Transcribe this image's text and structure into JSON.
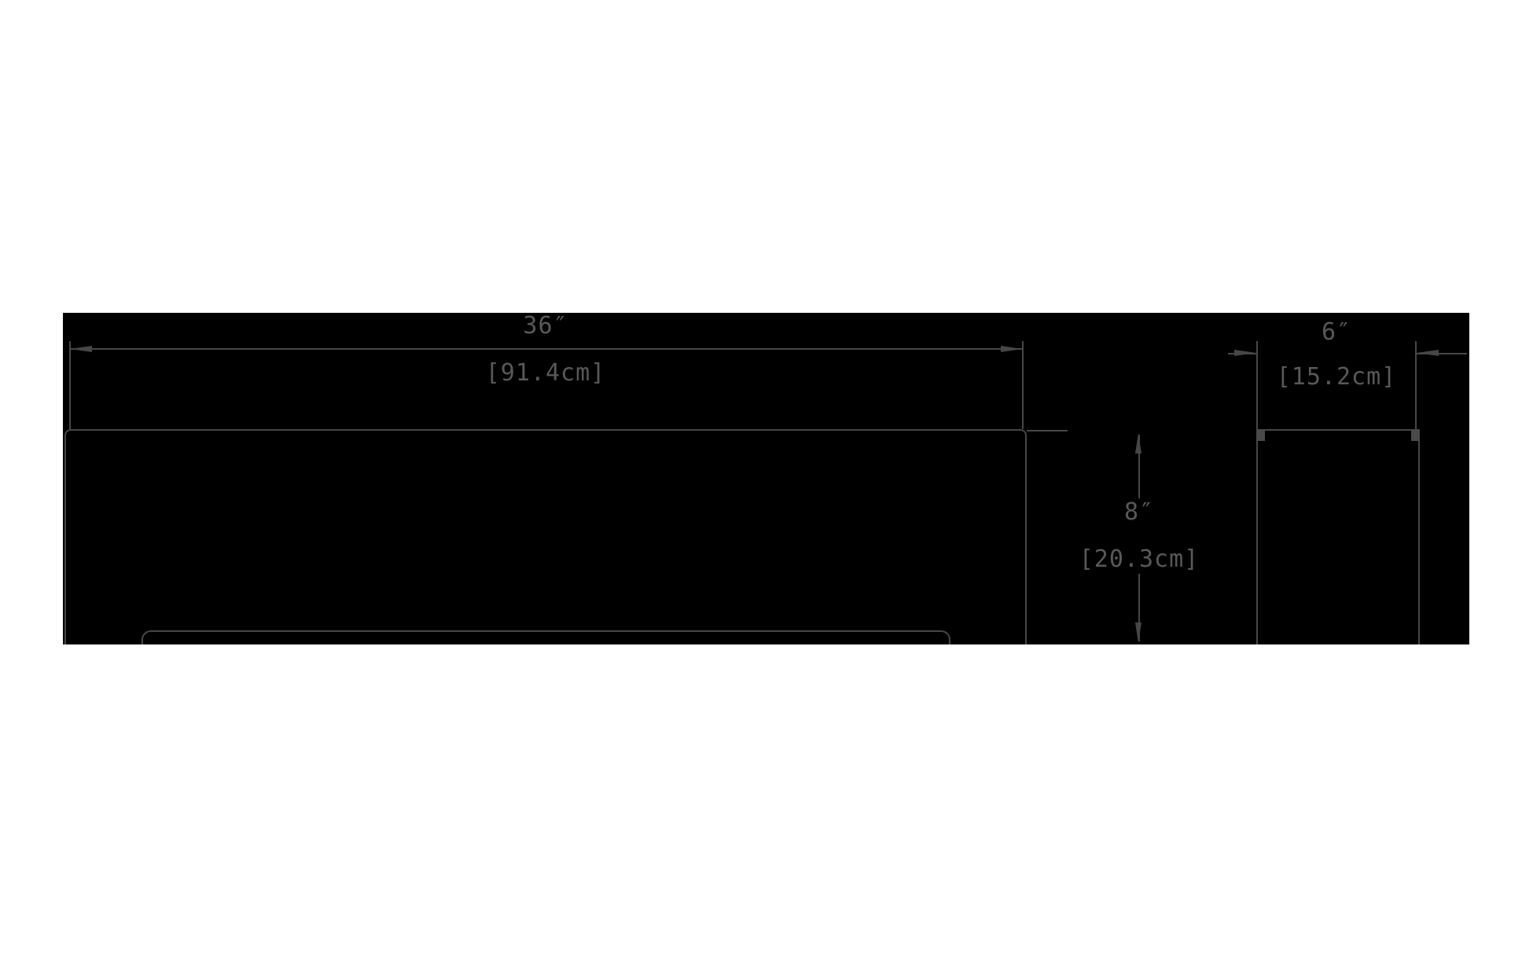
{
  "dimensions": {
    "width": {
      "inches": "36″",
      "metric": "[91.4cm]"
    },
    "depth": {
      "inches": "6″",
      "metric": "[15.2cm]"
    },
    "height": {
      "inches": "8″",
      "metric": "[20.3cm]"
    }
  },
  "colors": {
    "page_background": "#ffffff",
    "panel_background": "#000000",
    "line": "#474747",
    "text": "#585858"
  }
}
